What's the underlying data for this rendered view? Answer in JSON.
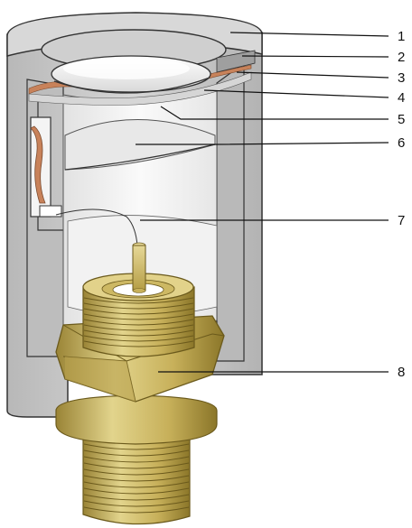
{
  "callouts": [
    {
      "label": "1"
    },
    {
      "label": "2"
    },
    {
      "label": "3"
    },
    {
      "label": "4"
    },
    {
      "label": "5"
    },
    {
      "label": "6"
    },
    {
      "label": "7"
    },
    {
      "label": "8"
    }
  ],
  "colors": {
    "housing": "#c9c9c9",
    "housing_dark": "#a6a6a6",
    "housing_light": "#dedede",
    "interior": "#efefef",
    "brass": "#c9b35c",
    "brass_dark": "#8e7a2c",
    "brass_light": "#e4d590",
    "copper": "#c8825a",
    "outline": "#333333"
  }
}
